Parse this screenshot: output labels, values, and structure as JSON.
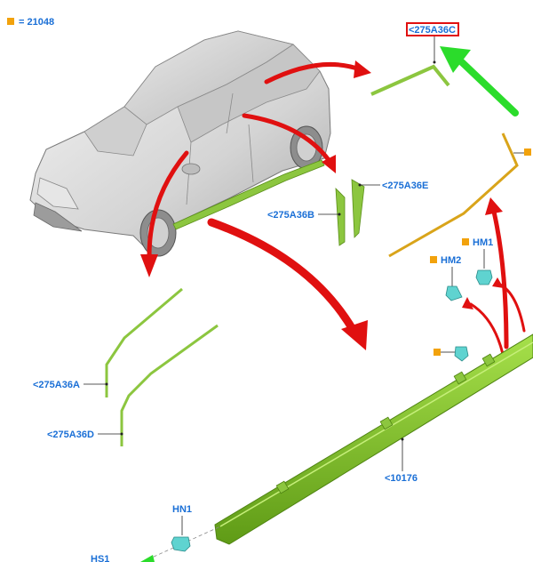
{
  "legend": {
    "text": "= 21048",
    "swatch_color": "#f2a20c"
  },
  "colors": {
    "part_green": "#8cc63f",
    "part_dark_green": "#5b8f1a",
    "part_orange": "#d9a41a",
    "callout_blue": "#1a6fd6",
    "arrow_red": "#e01010",
    "arrow_green": "#2bdc2b",
    "clip_cyan": "#5fd3d0",
    "highlight_box": "#e01010"
  },
  "labels": {
    "a36c": "<275A36C",
    "a36e": "<275A36E",
    "a36b": "<275A36B",
    "a36a": "<275A36A",
    "a36d": "<275A36D",
    "p10176": "<10176",
    "hm1": "HM1",
    "hm2": "HM2",
    "hn1": "HN1",
    "hs1": "HS1"
  }
}
